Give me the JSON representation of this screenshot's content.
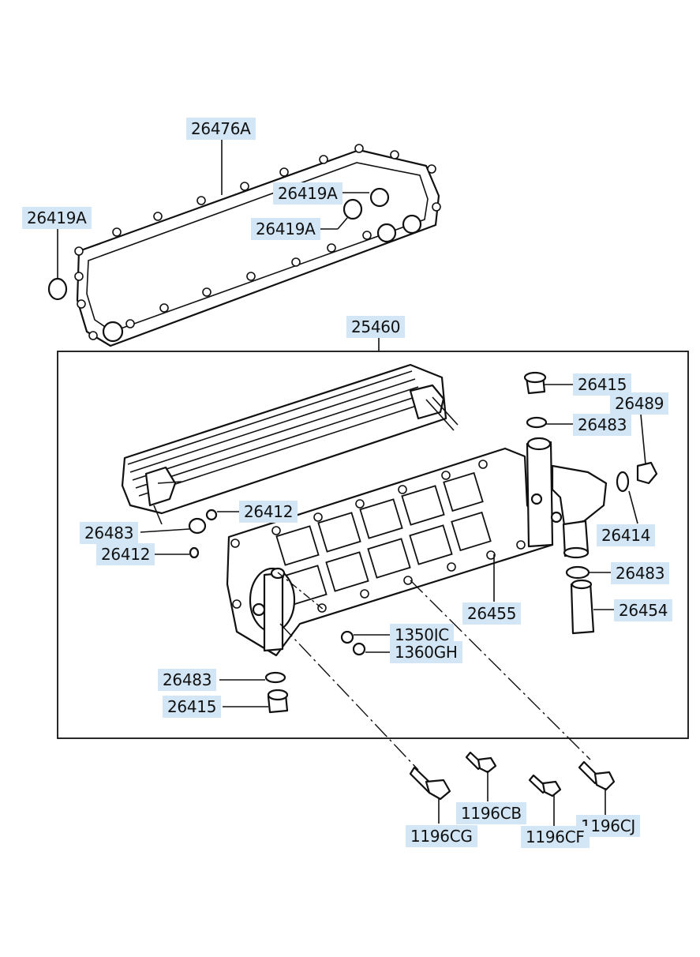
{
  "diagram": {
    "labels": {
      "p26476A": "26476A",
      "p26419A_left": "26419A",
      "p26419A_top": "26419A",
      "p26419A_mid": "26419A",
      "p25460": "25460",
      "p26415_top": "26415",
      "p26489": "26489",
      "p26483_top": "26483",
      "p26412_mid": "26412",
      "p26483_left": "26483",
      "p26412_left": "26412",
      "p26414": "26414",
      "p26483_right": "26483",
      "p26454": "26454",
      "p26455": "26455",
      "p1350JC": "1350JC",
      "p1360GH": "1360GH",
      "p26483_low": "26483",
      "p26415_low": "26415",
      "p1196CB": "1196CB",
      "p1196CJ": "1196CJ",
      "p1196CG": "1196CG",
      "p1196CF": "1196CF"
    }
  }
}
